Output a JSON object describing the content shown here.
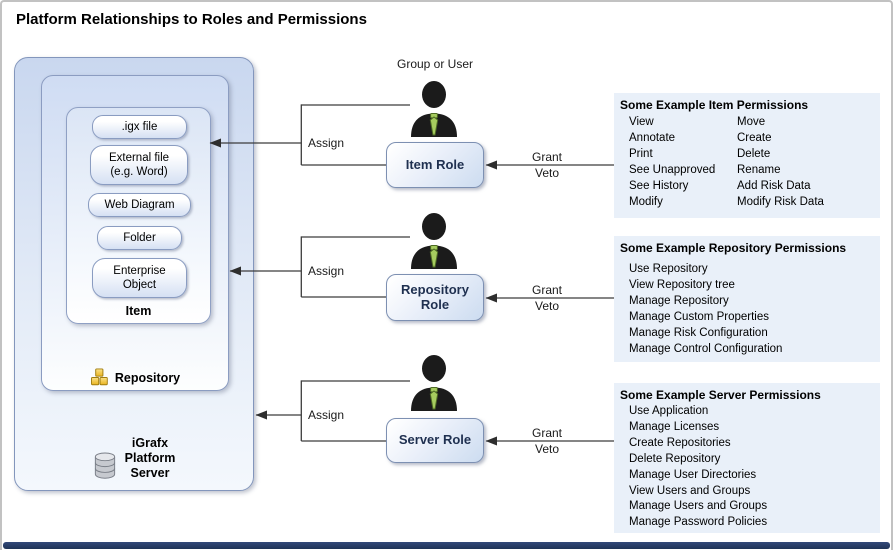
{
  "title": "Platform Relationships to Roles and Permissions",
  "platform": {
    "server_label_lines": [
      "iGrafx",
      "Platform",
      "Server"
    ],
    "repository_label": "Repository",
    "item_label": "Item",
    "item_types": [
      ".igx file",
      "External file\n(e.g. Word)",
      "Web Diagram",
      "Folder",
      "Enterprise\nObject"
    ]
  },
  "actors": {
    "group_or_user_label": "Group or User"
  },
  "connectors": {
    "assign": "Assign",
    "grant": "Grant",
    "veto": "Veto"
  },
  "roles": [
    {
      "label": "Item Role"
    },
    {
      "label": "Repository Role"
    },
    {
      "label": "Server Role"
    }
  ],
  "panels": [
    {
      "title": "Some Example Item Permissions",
      "columns": [
        [
          "View",
          "Annotate",
          "Print",
          "See Unapproved",
          "See History",
          "Modify"
        ],
        [
          "Move",
          "Create",
          "Delete",
          "Rename",
          "Add Risk Data",
          "Modify Risk Data"
        ]
      ]
    },
    {
      "title": "Some Example Repository Permissions",
      "columns": [
        [
          "Use Repository",
          "View Repository tree",
          "Manage Repository",
          "Manage Custom Properties",
          "Manage Risk Configuration",
          "Manage Control Configuration"
        ]
      ]
    },
    {
      "title": "Some Example Server Permissions",
      "columns": [
        [
          "Use Application",
          "Manage Licenses",
          "Create Repositories",
          "Delete Repository",
          "Manage User Directories",
          "View Users and Groups",
          "Manage Users and Groups",
          "Manage Password Policies"
        ]
      ]
    }
  ],
  "icons": {
    "group_or_user": "person-icon",
    "platform_server": "database-icon",
    "repository": "stacked-cubes-icon"
  },
  "colors": {
    "container_fill_top": "#c9d7ef",
    "container_fill_bottom": "#f4f8fd",
    "container_border": "#8396bc",
    "panel_background": "#e9f0f9",
    "role_text": "#1f3050",
    "tie_green": "#a6cc5f",
    "cube_gold": "#f2c233",
    "database_gray": "#c6c9cf",
    "connector_line": "#3c3c3c",
    "bottom_bar": "#253a60"
  }
}
